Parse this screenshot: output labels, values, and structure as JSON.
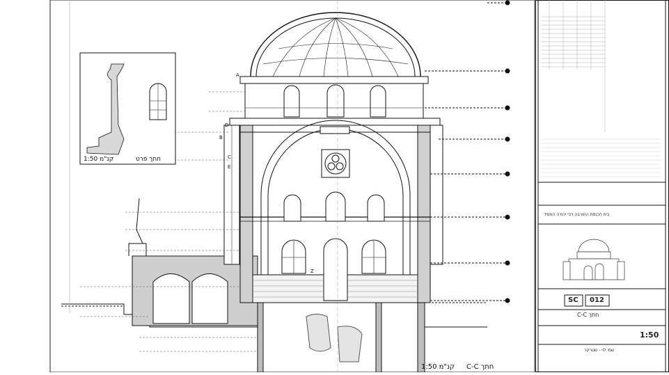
{
  "sheet": {
    "main_section_label": "C-C חתך",
    "main_scale_label": "1:50 קנ\"מ",
    "detail_label": "חתך פרט",
    "detail_scale_label": "1:50 קנ\"מ",
    "section_markers": [
      "A",
      "B",
      "C",
      "D",
      "E",
      "Z"
    ]
  },
  "title_block": {
    "sheet_code_prefix": "SC",
    "sheet_number": "012",
    "sheet_title": "C-C חתך",
    "scale": "1:50",
    "designer": "שמי לוי - שטרקר",
    "building_name": "בית הכנסת החורבה רבי יהודה החסיד"
  }
}
